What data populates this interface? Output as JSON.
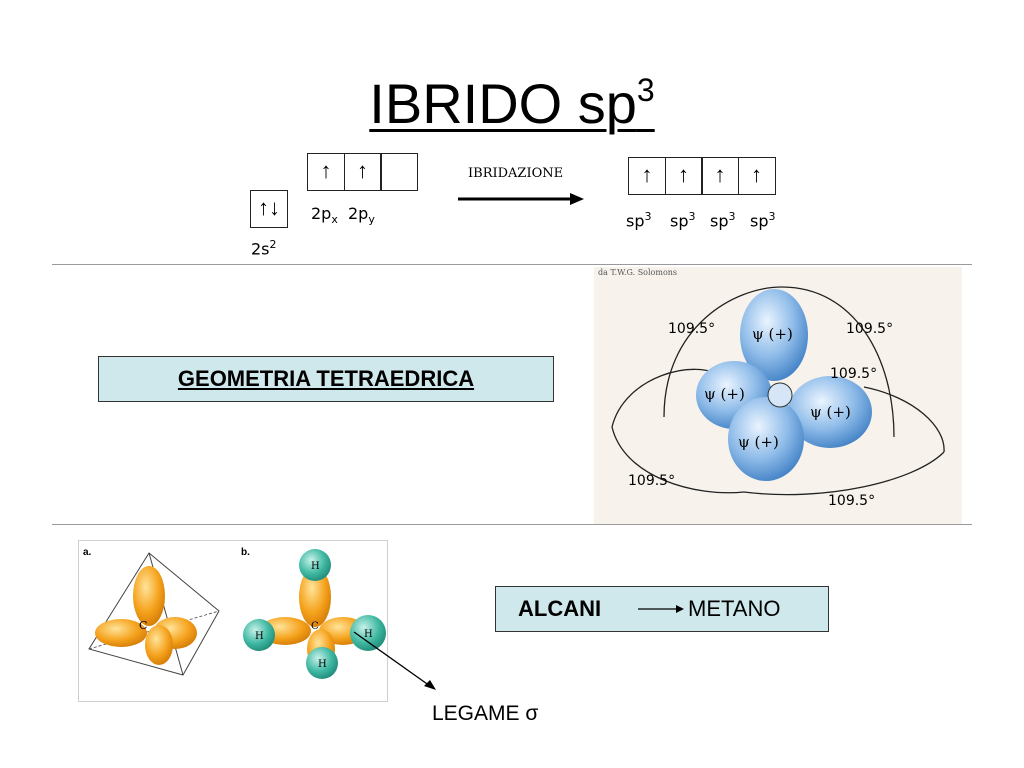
{
  "title": {
    "main": "IBRIDO sp",
    "sup": "3"
  },
  "config": {
    "box_2s": {
      "arrows": "↑↓",
      "label_main": "2s",
      "label_sup": "2"
    },
    "box_2p": {
      "cells": [
        "↑",
        "↑",
        ""
      ],
      "labels": [
        {
          "main": "2p",
          "sub": "x"
        },
        {
          "main": "2p",
          "sub": "y"
        }
      ]
    },
    "ibridazione_label": "IBRIDAZIONE",
    "box_sp3": {
      "cells": [
        "↑",
        "↑",
        "↑",
        "↑"
      ],
      "labels": [
        {
          "main": "sp",
          "sup": "3"
        },
        {
          "main": "sp",
          "sup": "3"
        },
        {
          "main": "sp",
          "sup": "3"
        },
        {
          "main": "sp",
          "sup": "3"
        }
      ]
    }
  },
  "geometry_label": "GEOMETRIA TETRAEDRICA",
  "tetra_figure": {
    "credit": "da T.W.G. Solomons",
    "angle_labels": [
      "109.5°",
      "109.5°",
      "109.5°",
      "109.5°",
      "109.5°"
    ],
    "lobe_labels": [
      "ψ (+)",
      "ψ (+)",
      "ψ (+)",
      "ψ (+)"
    ],
    "colors": {
      "lobe": "#6fa6dd",
      "background": "#f7f3ec"
    }
  },
  "methane_figure": {
    "panel_a_label": "a.",
    "panel_b_label": "b.",
    "carbon": "C",
    "hydrogen": "H",
    "colors": {
      "lobe": "#f5a21c",
      "hydrogen": "#3fb8a2"
    }
  },
  "alcani": {
    "left": "ALCANI",
    "right": "METANO"
  },
  "legame_label": "LEGAME σ"
}
